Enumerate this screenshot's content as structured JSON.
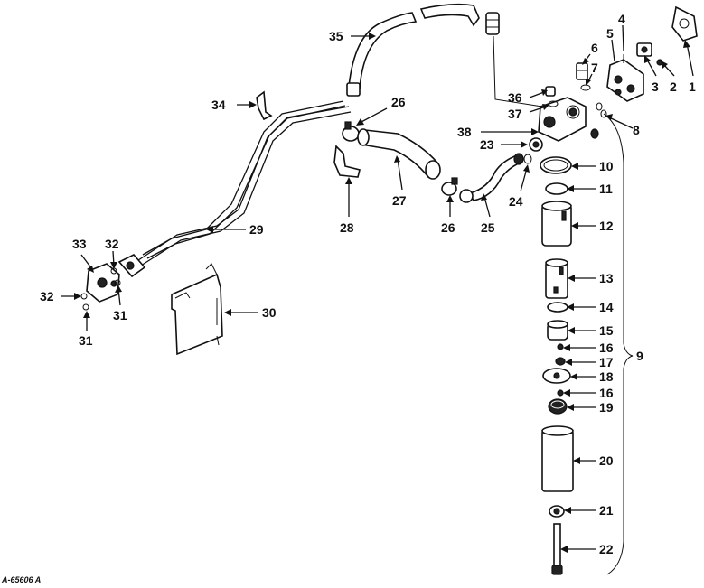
{
  "figure": {
    "reference_code": "A-65606 A",
    "callouts": [
      "1",
      "2",
      "3",
      "4",
      "5",
      "6",
      "7",
      "8",
      "9",
      "10",
      "11",
      "12",
      "13",
      "14",
      "15",
      "16",
      "16",
      "17",
      "18",
      "19",
      "20",
      "21",
      "22",
      "23",
      "24",
      "25",
      "26",
      "26",
      "27",
      "28",
      "29",
      "30",
      "31",
      "31",
      "32",
      "32",
      "33",
      "34",
      "35",
      "36",
      "37",
      "38"
    ]
  }
}
